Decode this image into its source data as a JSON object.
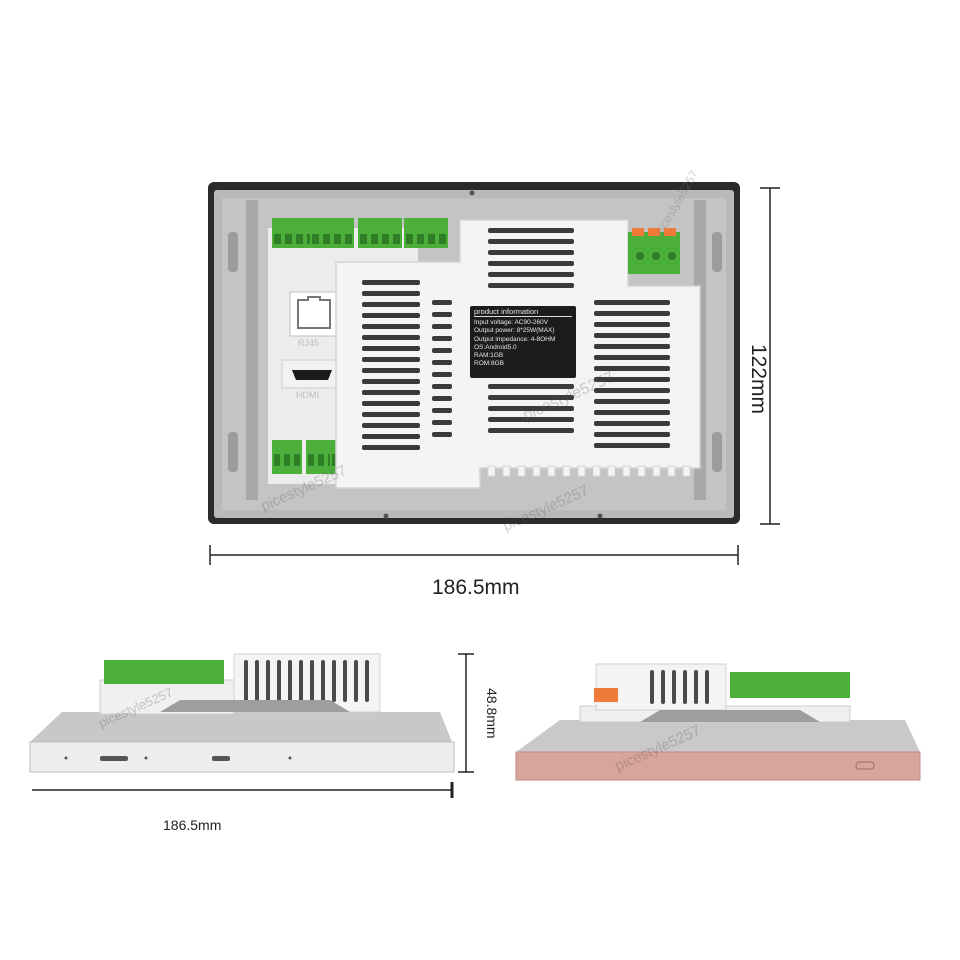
{
  "dimensions": {
    "height_main": "122mm",
    "width_main": "186.5mm",
    "depth_side": "48.8mm",
    "width_side": "186.5mm"
  },
  "ports": {
    "rj45_label": "RJ45",
    "hdmi_label": "HDMI"
  },
  "product_info": {
    "title": "product information",
    "lines": [
      "Input voltage: AC90-260V",
      "Output power: 8*25W(MAX)",
      "Output impedance: 4-8OHM",
      "OS:Android5.0",
      "RAM:1GB",
      "ROM:8GB"
    ]
  },
  "watermark": "picestyle5257",
  "colors": {
    "terminal_green": "#4caf3a",
    "housing_white": "#f4f4f4",
    "backplate_grey": "#b9b9b9",
    "frame_dark": "#2a2a2a",
    "rose_edge": "#d9a59b",
    "orange_terminal": "#f07a3a"
  }
}
